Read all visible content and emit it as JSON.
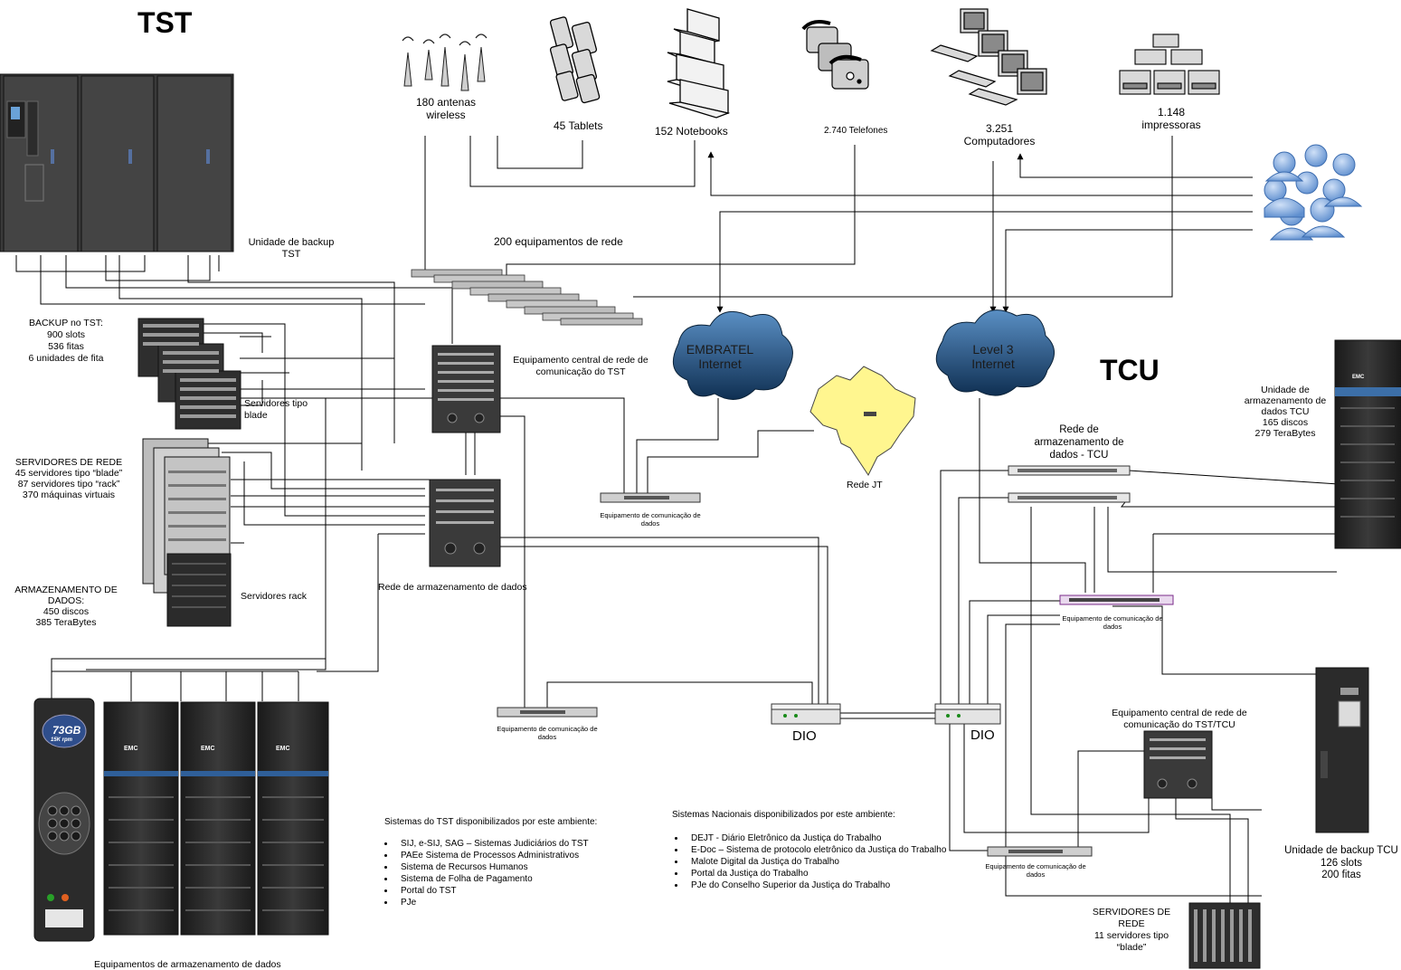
{
  "sites": {
    "tst": "TST",
    "tcu": "TCU"
  },
  "endpoints": {
    "antennas": "180 antenas\nwireless",
    "tablets": "45 Tablets",
    "notebooks": "152 Notebooks",
    "phones": "2.740 Telefones",
    "computers": "3.251\nComputadores",
    "printers": "1.148\nimpressoras"
  },
  "tst": {
    "backup_unit": "Unidade de backup\nTST",
    "backup_info": "BACKUP no TST:\n900 slots\n536 fitas\n6 unidades de fita",
    "blade_servers": "Servidores tipo\nblade",
    "servers_info": "SERVIDORES DE REDE\n45 servidores tipo “blade”\n87 servidores tipo “rack”\n370 máquinas virtuais",
    "storage_info": "ARMAZENAMENTO DE\nDADOS:\n450 discos\n385 TeraBytes",
    "rack_servers": "Servidores rack",
    "network_devices": "200 equipamentos de rede",
    "core": "Equipamento central de rede de\ncomunicação do TST",
    "san": "Rede de armazenamento de dados",
    "comm_equipment": "Equipamento de comunicação de\ndados",
    "storage_equipment": "Equipamentos de armazenamento de dados"
  },
  "clouds": {
    "embratel": "EMBRATEL\nInternet",
    "level3": "Level 3\nInternet"
  },
  "rede_jt": "Rede JT",
  "dio": "DIO",
  "tcu": {
    "storage_unit": "Unidade de\narmazenamento de\ndados TCU\n165 discos\n279 TeraBytes",
    "san": "Rede de\narmazenamento de\ndados - TCU",
    "comm_equipment": "Equipamento de comunicação de\ndados",
    "core": "Equipamento central de rede de\ncomunicação do TST/TCU",
    "backup_unit": "Unidade de backup TCU\n126 slots\n200 fitas",
    "servers": "SERVIDORES DE\nREDE\n11 servidores tipo\n“blade”"
  },
  "tape_label": "73GB",
  "tape_sub": "15K rpm",
  "emc": "EMC",
  "tst_systems": {
    "title": "Sistemas do TST disponibilizados por este ambiente:",
    "items": [
      "SIJ, e-SIJ, SAG – Sistemas Judiciários do TST",
      "PAEe Sistema de Processos Administrativos",
      "Sistema de Recursos Humanos",
      "Sistema de Folha de Pagamento",
      "Portal do TST",
      "PJe"
    ]
  },
  "national_systems": {
    "title": "Sistemas Nacionais disponibilizados por este ambiente:",
    "items": [
      "DEJT - Diário Eletrônico da Justiça do Trabalho",
      "E-Doc – Sistema de protocolo eletrônico da Justiça do Trabalho",
      "Malote Digital da Justiça do Trabalho",
      "Portal da Justiça do Trabalho",
      "PJe do Conselho Superior da Justiça do Trabalho"
    ]
  },
  "colors": {
    "cloud": "#1f4e79",
    "map": "#fff68f",
    "rack": "#2b2b2b",
    "users": "#8fb4e3"
  }
}
